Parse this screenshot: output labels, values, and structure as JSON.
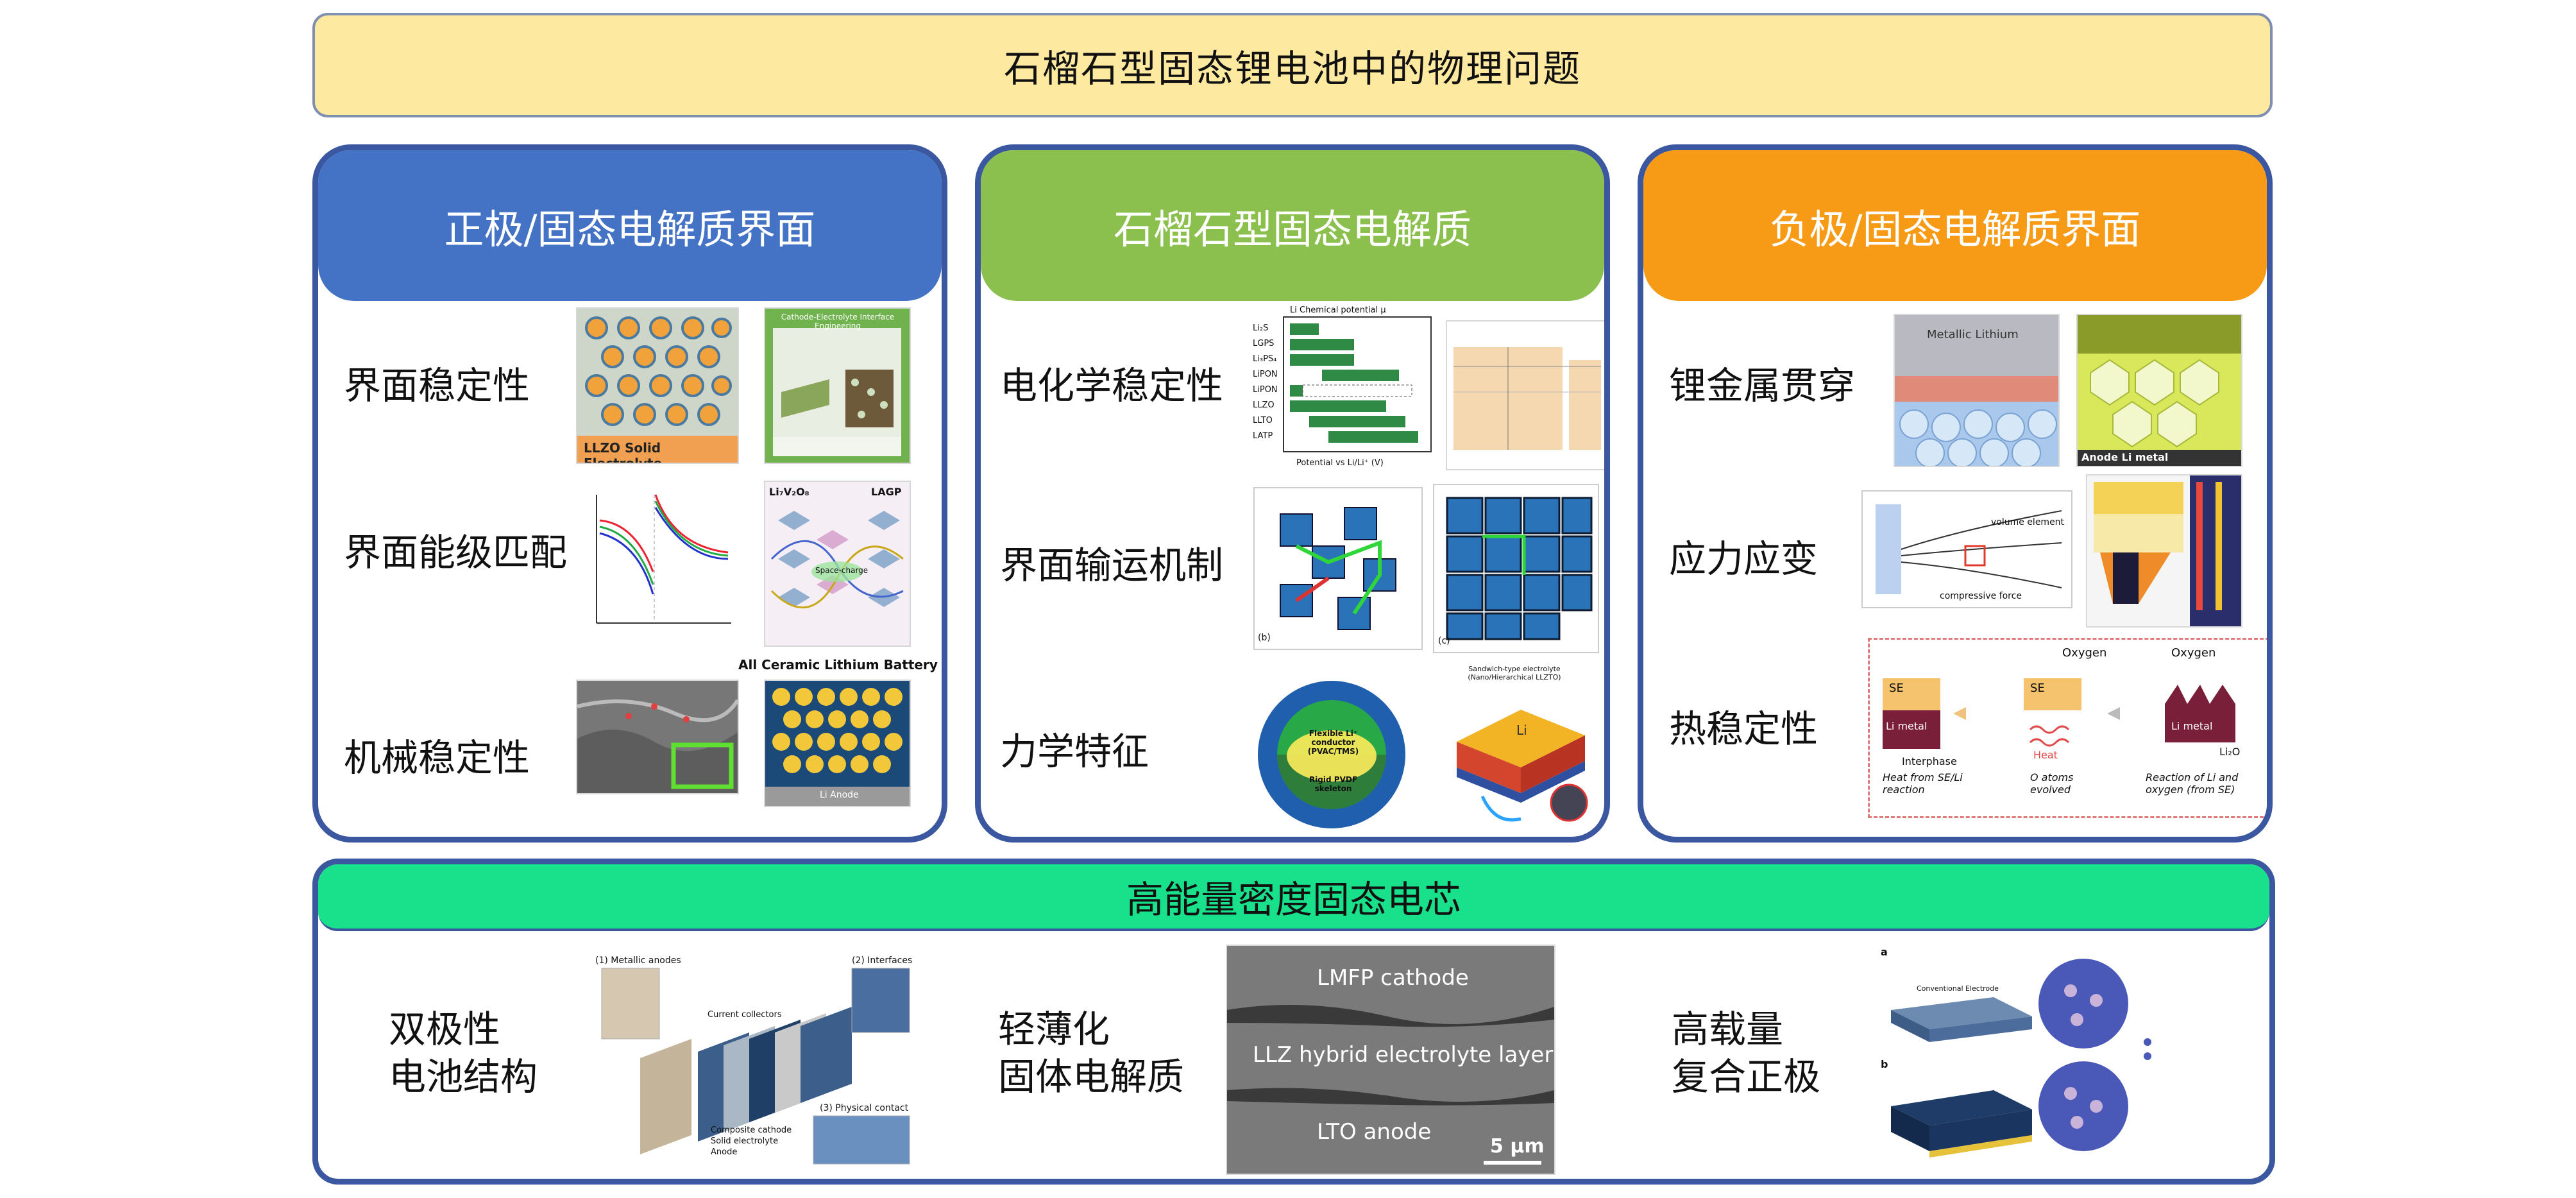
{
  "title": "石榴石型固态锂电池中的物理问题",
  "colors": {
    "left_head": "#4472c4",
    "mid_head": "#8bc04f",
    "right_head": "#f79a15",
    "bottom_head": "#19e08a",
    "border": "#3a57a0",
    "banner": "#fde9a0"
  },
  "panels": {
    "left": {
      "header": "正极/固态电解质界面",
      "rows": [
        "界面稳定性",
        "界面能级匹配",
        "机械稳定性"
      ],
      "fig_captions": [
        "LLZO Solid Electrolyte",
        "Cathode-Electrolyte Interface Engineering",
        "Li₇V₂O₈",
        "LAGP",
        "Space-charge",
        "All Ceramic Lithium Battery",
        "Li Anode"
      ]
    },
    "middle": {
      "header": "石榴石型固态电解质",
      "rows": [
        "电化学稳定性",
        "界面输运机制",
        "力学特征"
      ],
      "fig_captions": [
        "Li Chemical potential μ",
        "Potential vs Li/Li⁺ (V)",
        "(b)",
        "(c)",
        "Flexible Li⁺ conductor (PVAC/TMS)",
        "Rigid PVDF skeleton",
        "Sandwich-type electrolyte (Nano/Hierarchical LLZTO)",
        "Li"
      ],
      "bar_labels": [
        "Li₂S",
        "LGPS",
        "Li₃PS₄",
        "LiPON",
        "LiPON",
        "LLZO",
        "LLTO",
        "LATP"
      ]
    },
    "right": {
      "header": "负极/固态电解质界面",
      "rows": [
        "锂金属贯穿",
        "应力应变",
        "热稳定性"
      ],
      "fig_captions": [
        "Metallic Lithium",
        "Anode Li metal",
        "volume element",
        "compressive force",
        "SE",
        "Li metal",
        "Heat",
        "Oxygen",
        "Interphase",
        "Heat from SE/Li reaction",
        "O atoms evolved",
        "Reaction of Li and oxygen (from SE)",
        "Li₂O"
      ]
    }
  },
  "bottom": {
    "header": "高能量密度固态电芯",
    "items": [
      {
        "line1": "双极性",
        "line2": "电池结构"
      },
      {
        "line1": "轻薄化",
        "line2": "固体电解质"
      },
      {
        "line1": "高载量",
        "line2": "复合正极"
      }
    ],
    "fig_captions": [
      "(1) Metallic anodes",
      "(2) Interfaces",
      "(3) Physical contact",
      "Current collectors",
      "Composite cathode",
      "Solid electrolyte",
      "Anode",
      "LMFP cathode",
      "LLZ hybrid electrolyte layer",
      "LTO anode",
      "5 µm",
      "a",
      "b",
      "Conventional Electrode"
    ]
  }
}
